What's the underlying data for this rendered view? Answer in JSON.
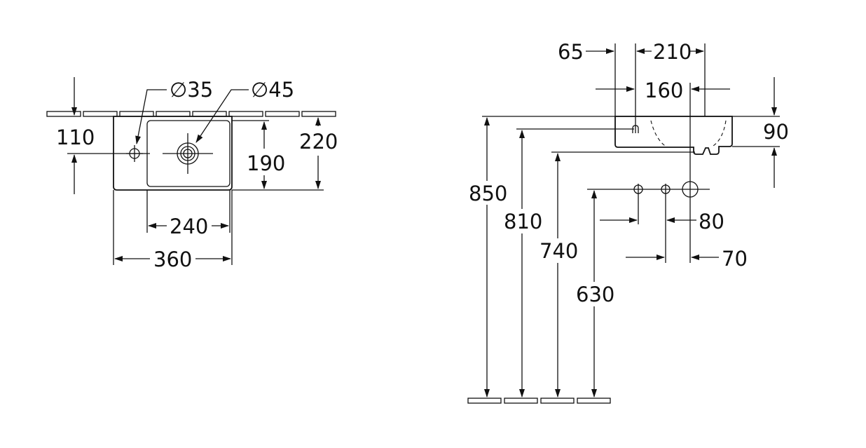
{
  "front_view": {
    "hole_small": "∅35",
    "hole_large": "∅45",
    "dim_tap_height": "110",
    "dim_inner_depth": "190",
    "dim_total_depth": "220",
    "dim_inner_width": "240",
    "dim_total_width": "360"
  },
  "side_view": {
    "dim_65": "65",
    "dim_210": "210",
    "dim_160": "160",
    "dim_90": "90",
    "dim_850": "850",
    "dim_810": "810",
    "dim_740": "740",
    "dim_630": "630",
    "dim_80": "80",
    "dim_70": "70"
  }
}
